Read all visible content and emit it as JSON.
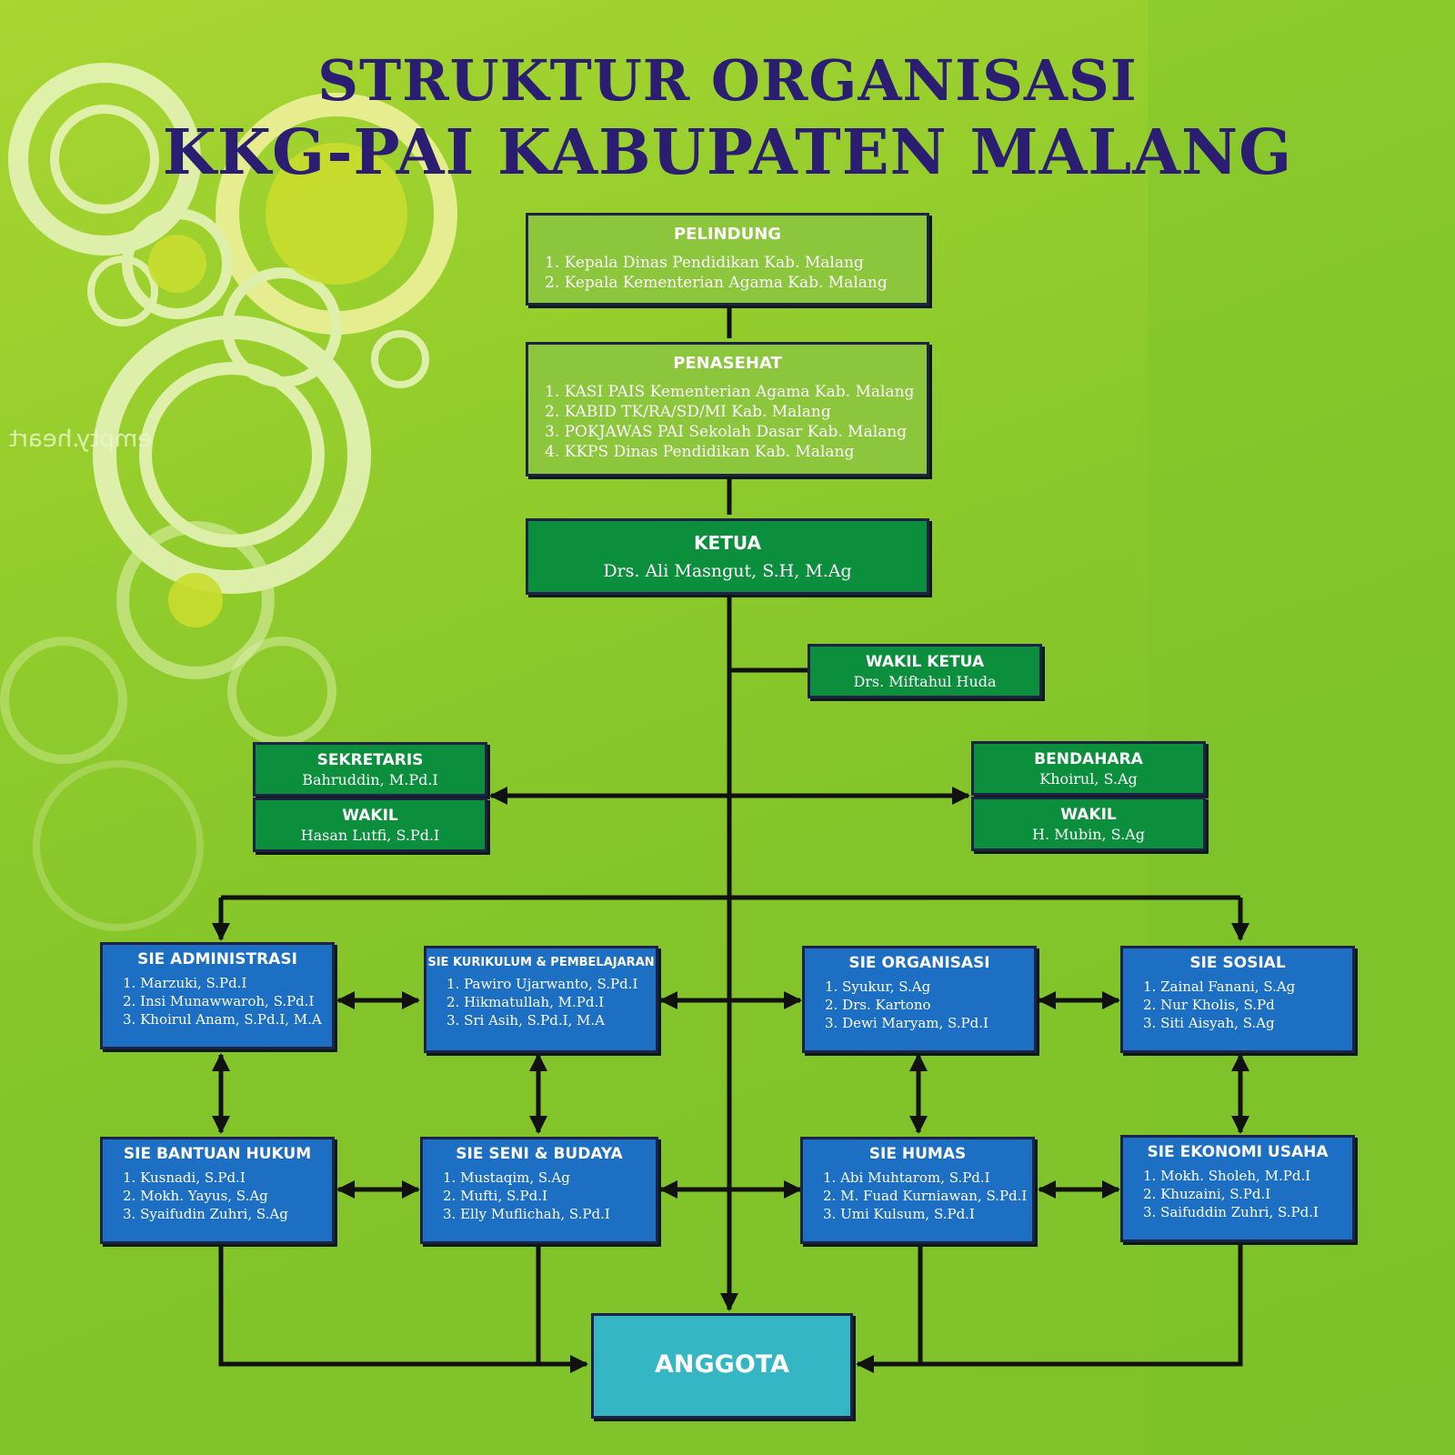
{
  "title": {
    "line1": "STRUKTUR ORGANISASI",
    "line2": "KKG-PAI KABUPATEN MALANG"
  },
  "watermark": "empty.heart",
  "pelindung": {
    "header": "PELINDUNG",
    "items": [
      "1.  Kepala Dinas Pendidikan Kab. Malang",
      "2.  Kepala Kementerian Agama Kab. Malang"
    ]
  },
  "penasehat": {
    "header": "PENASEHAT",
    "items": [
      "1.  KASI PAIS Kementerian Agama Kab. Malang",
      "2.  KABID TK/RA/SD/MI Kab. Malang",
      "3.  POKJAWAS PAI Sekolah Dasar Kab. Malang",
      "4.  KKPS Dinas Pendidikan Kab. Malang"
    ]
  },
  "ketua": {
    "header": "KETUA",
    "name": "Drs. Ali Masngut, S.H, M.Ag"
  },
  "wakil_ketua": {
    "header": "WAKIL KETUA",
    "name": "Drs. Miftahul Huda"
  },
  "sekretaris": {
    "header": "SEKRETARIS",
    "name": "Bahruddin, M.Pd.I"
  },
  "wakil_sekretaris": {
    "header": "WAKIL",
    "name": "Hasan Lutfi, S.Pd.I"
  },
  "bendahara": {
    "header": "BENDAHARA",
    "name": "Khoirul, S.Ag"
  },
  "wakil_bendahara": {
    "header": "WAKIL",
    "name": "H. Mubin, S.Ag"
  },
  "sie": {
    "administrasi": {
      "header": "SIE ADMINISTRASI",
      "items": [
        "1. Marzuki, S.Pd.I",
        "2. Insi Munawwaroh, S.Pd.I",
        "3. Khoirul Anam, S.Pd.I, M.A"
      ]
    },
    "kurikulum": {
      "header": "SIE KURIKULUM & PEMBELAJARAN",
      "items": [
        "1. Pawiro Ujarwanto, S.Pd.I",
        "2. Hikmatullah, M.Pd.I",
        "3. Sri Asih, S.Pd.I, M.A"
      ]
    },
    "organisasi": {
      "header": "SIE ORGANISASI",
      "items": [
        "1. Syukur, S.Ag",
        "2. Drs. Kartono",
        "3. Dewi Maryam, S.Pd.I"
      ]
    },
    "sosial": {
      "header": "SIE SOSIAL",
      "items": [
        "1. Zainal Fanani, S.Ag",
        "2. Nur Kholis, S.Pd",
        "3. Siti Aisyah, S.Ag"
      ]
    },
    "bantuan_hukum": {
      "header": "SIE BANTUAN HUKUM",
      "items": [
        "1. Kusnadi, S.Pd.I",
        "2. Mokh. Yayus, S.Ag",
        "3. Syaifudin Zuhri, S.Ag"
      ]
    },
    "seni_budaya": {
      "header": "SIE SENI & BUDAYA",
      "items": [
        "1. Mustaqim, S.Ag",
        "2. Mufti, S.Pd.I",
        "3. Elly Muflichah, S.Pd.I"
      ]
    },
    "humas": {
      "header": "SIE HUMAS",
      "items": [
        "1. Abi Muhtarom, S.Pd.I",
        "2. M. Fuad Kurniawan, S.Pd.I",
        "3. Umi Kulsum, S.Pd.I"
      ]
    },
    "ekonomi": {
      "header": "SIE EKONOMI USAHA",
      "items": [
        "1. Mokh. Sholeh, M.Pd.I",
        "2. Khuzaini, S.Pd.I",
        "3. Saifuddin Zuhri, S.Pd.I"
      ]
    }
  },
  "anggota": {
    "header": "ANGGOTA"
  },
  "colors": {
    "background": "#8fcb2b",
    "title": "#2b1d72",
    "box_lime": "#8cc63c",
    "box_dark_green": "#0b8f3c",
    "box_blue": "#1c6fc2",
    "box_teal": "#35b6c4",
    "lines": "#111111"
  }
}
